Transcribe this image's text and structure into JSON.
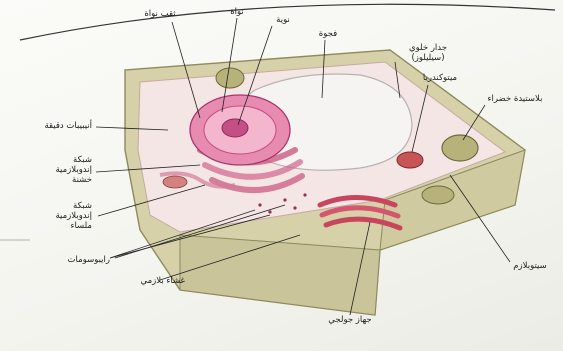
{
  "labels": {
    "nucleolus": "نوية",
    "nucleus": "نواة",
    "nuclear_pore": "ثقب نواة",
    "vacuole": "فجوة",
    "cell_wall": "جدار خلوي",
    "cell_wall_sub": "(سيليلوز)",
    "mitochondria": "ميتوكندريا",
    "chloroplast": "بلاستيدة خضراء",
    "microtubules": "أنيبيبات دقيقة",
    "rough_er_1": "شبكة",
    "rough_er_2": "إندوبلازمية",
    "rough_er_3": "خشنة",
    "smooth_er_1": "شبكة",
    "smooth_er_2": "إندوبلازمية",
    "smooth_er_3": "ملساء",
    "ribosomes": "رايبوسومات",
    "plasma_membrane": "غشاء بلازمي",
    "golgi": "جهاز جولجي",
    "cytoplasm": "سيتوبلازم"
  }
}
